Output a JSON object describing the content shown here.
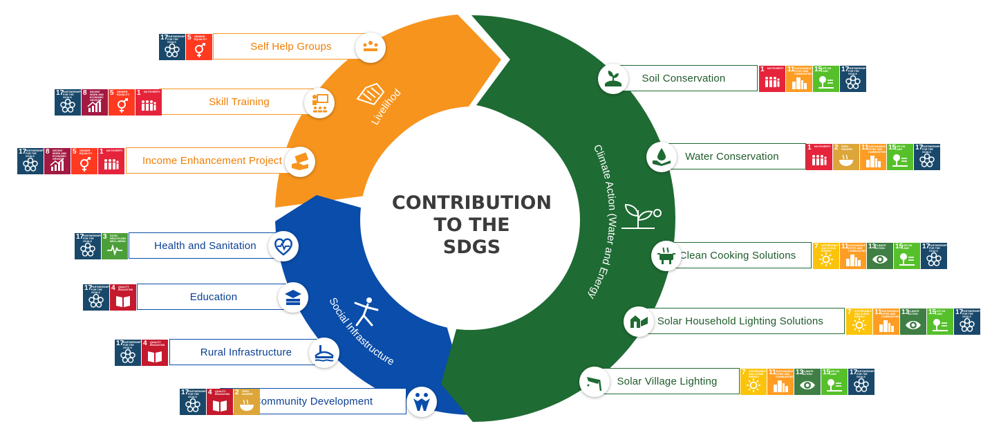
{
  "center_title": [
    "CONTRIBUTION",
    "TO THE",
    "SDGS"
  ],
  "segments": {
    "livelihood": "Livelihod",
    "social": "Social Infrastructure",
    "climate": "Climate Action (Water and Energy)"
  },
  "colors": {
    "orange": "#F7941D",
    "blue": "#0A4DAA",
    "green": "#1E6B33"
  },
  "items": [
    {
      "label": "Self Help Groups",
      "icon": "meeting-icon",
      "sdgs": [
        "17",
        "5"
      ]
    },
    {
      "label": "Skill Training",
      "icon": "training-icon",
      "sdgs": [
        "17",
        "8",
        "5",
        "1"
      ]
    },
    {
      "label": "Income Enhancement Project",
      "icon": "money-hand-icon",
      "sdgs": [
        "17",
        "8",
        "5",
        "1"
      ]
    },
    {
      "label": "Health and Sanitation",
      "icon": "heartbeat-icon",
      "sdgs": [
        "17",
        "3"
      ]
    },
    {
      "label": "Education",
      "icon": "books-icon",
      "sdgs": [
        "17",
        "4"
      ]
    },
    {
      "label": "Rural Infrastructure",
      "icon": "bridge-icon",
      "sdgs": [
        "17",
        "4"
      ]
    },
    {
      "label": "Community Development",
      "icon": "people-icon",
      "sdgs": [
        "17",
        "4",
        "2"
      ]
    },
    {
      "label": "Soil Conservation",
      "icon": "plant-soil-icon",
      "sdgs": [
        "1",
        "11",
        "15",
        "17"
      ]
    },
    {
      "label": "Water Conservation",
      "icon": "water-hand-icon",
      "sdgs": [
        "1",
        "2",
        "11",
        "15",
        "17"
      ]
    },
    {
      "label": "Clean Cooking Solutions",
      "icon": "cookstove-icon",
      "sdgs": [
        "7",
        "11",
        "13",
        "15",
        "17"
      ]
    },
    {
      "label": "Solar Household Lighting Solutions",
      "icon": "solar-home-icon",
      "sdgs": [
        "7",
        "11",
        "13",
        "15",
        "17"
      ]
    },
    {
      "label": "Solar Village Lighting",
      "icon": "solar-lamp-icon",
      "sdgs": [
        "7",
        "11",
        "13",
        "15",
        "17"
      ]
    }
  ],
  "sdg_goals": {
    "1": {
      "title": "No Poverty",
      "color": "#E5243B",
      "icon": "family-icon"
    },
    "2": {
      "title": "Zero Hunger",
      "color": "#DDA63A",
      "icon": "bowl-icon"
    },
    "3": {
      "title": "Good Health and Well-Being",
      "color": "#4C9F38",
      "icon": "heartbeat-icon"
    },
    "4": {
      "title": "Quality Education",
      "color": "#C5192D",
      "icon": "book-icon"
    },
    "5": {
      "title": "Gender Equality",
      "color": "#FF3A21",
      "icon": "gender-icon"
    },
    "7": {
      "title": "Affordable and Clean Energy",
      "color": "#FCC30B",
      "icon": "sun-icon"
    },
    "8": {
      "title": "Decent Work and Economic Growth",
      "color": "#A21942",
      "icon": "growth-chart-icon"
    },
    "11": {
      "title": "Sustainable Cities and Communities",
      "color": "#FD9D24",
      "icon": "city-icon"
    },
    "13": {
      "title": "Climate Action",
      "color": "#3F7E44",
      "icon": "eye-globe-icon"
    },
    "15": {
      "title": "Life on Land",
      "color": "#56C02B",
      "icon": "tree-icon"
    },
    "17": {
      "title": "Partnerships for the Goals",
      "color": "#19486A",
      "icon": "flower-icon"
    }
  }
}
